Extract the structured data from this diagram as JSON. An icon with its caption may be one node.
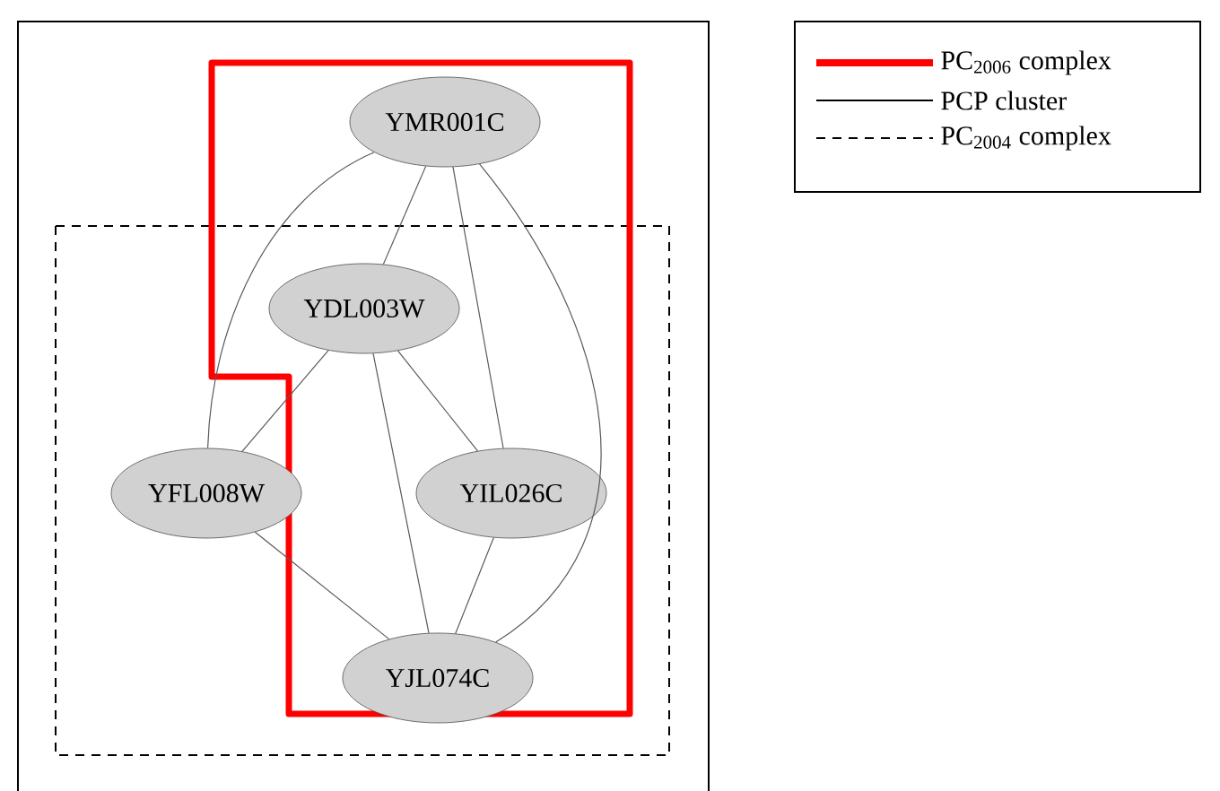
{
  "diagram": {
    "nodes": [
      {
        "text": [
          "YMR001C"
        ]
      },
      {
        "text": [
          "YDL003W"
        ]
      },
      {
        "text": [
          "YFL008W"
        ]
      },
      {
        "text": [
          "YIL026C"
        ]
      },
      {
        "text": [
          "YJL074C"
        ]
      }
    ],
    "edges": [
      {
        "from": 0,
        "to": 1,
        "arrow": "none"
      },
      {
        "from": 0,
        "to": 3,
        "arrow": "none"
      },
      {
        "from": 0,
        "to": 2,
        "arrow": "none"
      },
      {
        "from": 0,
        "to": 4,
        "arrow": "none"
      },
      {
        "from": 1,
        "to": 2,
        "arrow": "none"
      },
      {
        "from": 1,
        "to": 3,
        "arrow": "none"
      },
      {
        "from": 1,
        "to": 4,
        "arrow": "none"
      },
      {
        "from": 2,
        "to": 4,
        "arrow": "none"
      },
      {
        "from": 3,
        "to": 4,
        "arrow": "none"
      }
    ],
    "legend": [
      {
        "text": "PC$_{2006}$ complex"
      },
      {
        "text": "PCP cluster"
      },
      {
        "text": "PC$_{2004}$ complex"
      }
    ]
  }
}
